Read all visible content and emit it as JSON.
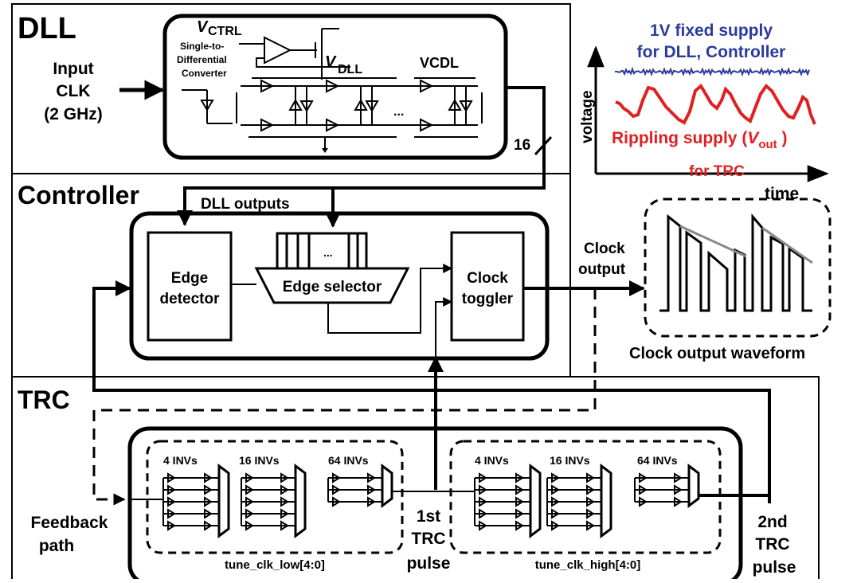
{
  "sections": {
    "dll": "DLL",
    "controller": "Controller",
    "trc": "TRC"
  },
  "dll": {
    "input_line1": "Input",
    "input_line2": "CLK",
    "input_line3": "(2 GHz)",
    "vctrl_main": "V",
    "vctrl_sub": "CTRL",
    "vdll_main": "V",
    "vdll_sub": "DLL",
    "s2d_line1": "Single-to-",
    "s2d_line2": "Differential",
    "s2d_line3": "Converter",
    "vcdl": "VCDL",
    "dots": "...",
    "bus_width": "16"
  },
  "controller": {
    "dll_outputs": "DLL outputs",
    "edge_detector_line1": "Edge",
    "edge_detector_line2": "detector",
    "edge_selector": "Edge selector",
    "selector_dots": "...",
    "clock_toggler_line1": "Clock",
    "clock_toggler_line2": "toggler",
    "clock_output_line1": "Clock",
    "clock_output_line2": "output"
  },
  "supply": {
    "fixed_line1": "1V fixed supply",
    "fixed_line2": "for DLL, Controller",
    "ripple_line1_prefix": "Rippling supply (",
    "ripple_v": "V",
    "ripple_sub": "out",
    "ripple_suffix": " )",
    "ripple_line2": "for TRC",
    "y_axis": "voltage",
    "x_axis": "time",
    "fixed_color": "#2b3a9e",
    "ripple_color": "#e02020"
  },
  "waveform": {
    "caption": "Clock output waveform"
  },
  "trc": {
    "low_4": "4 INVs",
    "low_16": "16 INVs",
    "low_64": "64 INVs",
    "high_4": "4 INVs",
    "high_16": "16 INVs",
    "high_64": "64 INVs",
    "tune_low": "tune_clk_low[4:0]",
    "tune_high": "tune_clk_high[4:0]",
    "first_line1": "1st",
    "first_line2": "TRC",
    "first_line3": "pulse",
    "second_line1": "2nd",
    "second_line2": "TRC",
    "second_line3": "pulse",
    "feedback_line1": "Feedback",
    "feedback_line2": "path"
  }
}
